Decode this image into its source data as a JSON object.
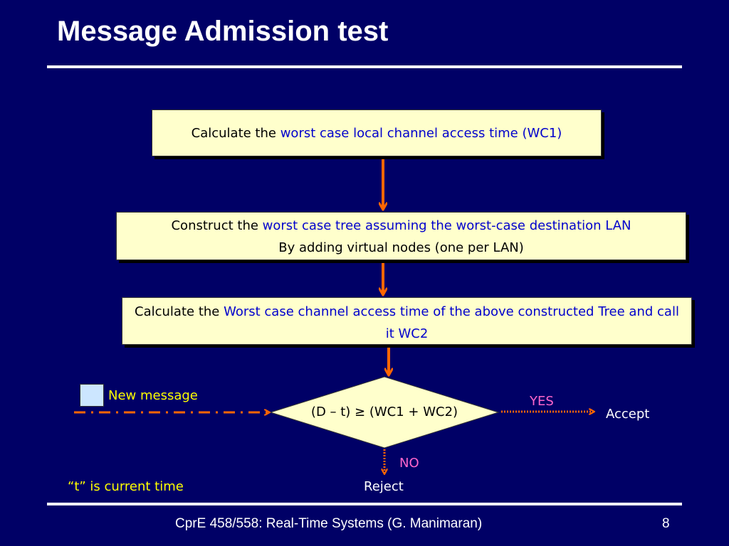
{
  "slide": {
    "title": "Message Admission test",
    "page_number": "8",
    "footer": "CprE 458/558: Real-Time Systems (G. Manimaran)"
  },
  "colors": {
    "background": "#000066",
    "box_fill": "#ffffcc",
    "arrow": "#ff6600",
    "highlight_text": "#0000cc",
    "note_text": "#ffff00",
    "branch_label": "#ff66cc"
  },
  "steps": [
    {
      "prefix": "Calculate the ",
      "highlight": "worst case local channel access time (WC1)"
    },
    {
      "prefix": "Construct the ",
      "highlight": "worst case tree assuming the worst-case destination LAN",
      "line2": "By adding virtual nodes (one per LAN)"
    },
    {
      "prefix": "Calculate the ",
      "highlight": "Worst case channel access time of the above constructed Tree and call it WC2"
    }
  ],
  "decision": {
    "condition": "(D – t) ≥ (WC1 + WC2)",
    "yes_label": "YES",
    "no_label": "NO",
    "yes_outcome": "Accept",
    "no_outcome": "Reject"
  },
  "input_label": "New message",
  "note": "“t” is current time"
}
